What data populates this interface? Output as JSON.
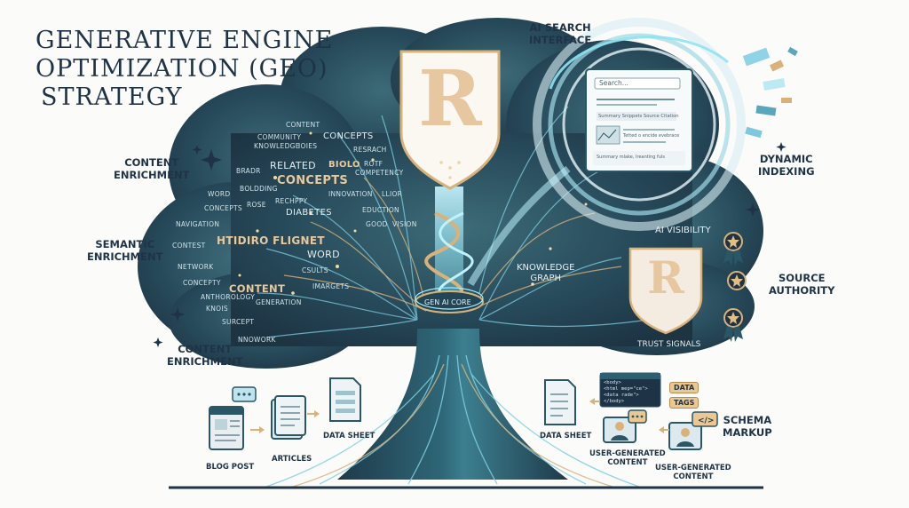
{
  "title": {
    "line1": "GENERATIVE ENGINE",
    "line2": "OPTIMIZATION (GEO)",
    "line3": "STRATEGY"
  },
  "side_labels": {
    "content_enrichment_top": "CONTENT\nENRICHMENT",
    "semantic_enrichment": "SEMANTIC\nENRICHMENT",
    "content_enrichment_bottom": "CONTENT\nENRICHMENT",
    "ai_search_interface": "AI SEARCH\nINTERFACE",
    "dynamic_indexing": "DYNAMIC\nINDEXING",
    "source_authority": "SOURCE\nAUTHORITY",
    "schema_markup": "SCHEMA\nMARKUP"
  },
  "canopy_words": [
    "CONTENT",
    "COMMUNITY",
    "KNOWLEDGE",
    "IOIES",
    "CONCEPTS",
    "RESRACH",
    "RELATED",
    "BIOLO",
    "BRADR",
    "ROTF",
    "COMPETENCY",
    "BOLDDING",
    "CONCEPTS",
    "WORD",
    "ROSE",
    "RECHPPY",
    "INNOVATION",
    "LLIOR",
    "CONCEPTS",
    "DIABETES",
    "EDUCTION",
    "NAVIGATION",
    "GOOD",
    "VISION",
    "CONTEST",
    "HTIDIRO FLIGNET",
    "NETWORK",
    "WORD",
    "CSULTS",
    "CONCEPTY",
    "CONTENT",
    "IMARGETS",
    "ANTHOROLOGY",
    "KNOIS",
    "GENERATION",
    "SURCEPT",
    "NNOWORK"
  ],
  "search_window": {
    "search_placeholder": "Search...",
    "summary_line": "Summary Snippets  Source Citation",
    "line_a": "Tetted o encide evebrace",
    "footer": "Summary mlake, Ireanting fuls"
  },
  "core_label": "GEN AI CORE",
  "logo_letter": "R",
  "right_labels": {
    "knowledge_graph": "KNOWLEDGE\nGRAPH",
    "ai_visibility": "AI VISIBILITY",
    "trust_signals": "TRUST SIGNALS"
  },
  "code_snippet": [
    "<body>",
    "  <html mep=\"ce\">",
    "  <data rade\">",
    "</body>"
  ],
  "tags": {
    "data": "DATA",
    "tags": "TAGS"
  },
  "bottom_left_items": {
    "blog_post": "BLOG POST",
    "articles": "ARTICLES",
    "data_sheet": "DATA SHEET"
  },
  "bottom_right_items": {
    "data_sheet": "DATA SHEET",
    "ugc1": "USER-GENERATED\nCONTENT",
    "ugc2": "USER-GENERATED\nCONTENT"
  },
  "colors": {
    "navy": "#1f3347",
    "teal": "#2c5663",
    "gold": "#d9b27a",
    "glow": "#8fe0f0",
    "cream": "#f1dcc0"
  }
}
